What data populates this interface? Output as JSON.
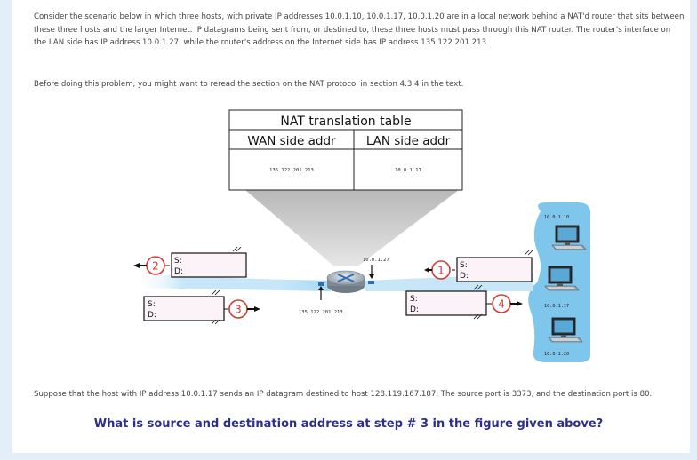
{
  "intro_text": "Consider the scenario below in which three hosts, with private IP addresses 10.0.1.10, 10.0.1.17, 10.0.1.20 are in a local network behind a NAT'd router that sits between these three hosts and the larger Internet. IP datagrams being sent from, or destined to, these three hosts must pass through this NAT router. The router's interface on the LAN side has IP address 10.0.1.27, while the router's address on the Internet side has IP address 135.122.201.213",
  "before_text": "Before doing this problem, you might want to reread the section on the NAT protocol in section 4.3.4 in the text.",
  "nat_table": {
    "title": "NAT translation table",
    "col_wan": "WAN side addr",
    "col_lan": "LAN side addr",
    "row_wan": "135.122.201.213",
    "row_lan": "10.0.1.17"
  },
  "router": {
    "lan_ip": "10.0.1.27",
    "wan_ip": "135.122.201.213"
  },
  "hosts": [
    "10.0.1.10",
    "10.0.1.17",
    "10.0.1.20"
  ],
  "packet_labels": {
    "s": "S:",
    "d": "D:"
  },
  "steps": [
    "1",
    "2",
    "3",
    "4"
  ],
  "suppose_text": "Suppose that the host with IP address 10.0.1.17 sends an IP datagram destined to host 128.119.167.187. The source port is 3373, and the destination port is 80.",
  "question_text": "What is source and destination address at step # 3 in the figure given above?",
  "colors": {
    "background": "#e3eef8",
    "text": "#444444",
    "question": "#2b2e8c",
    "step_circle": "#d43a2f",
    "lan_blob": "#7fc6ec",
    "packet_fill": "#fbf3f8"
  }
}
